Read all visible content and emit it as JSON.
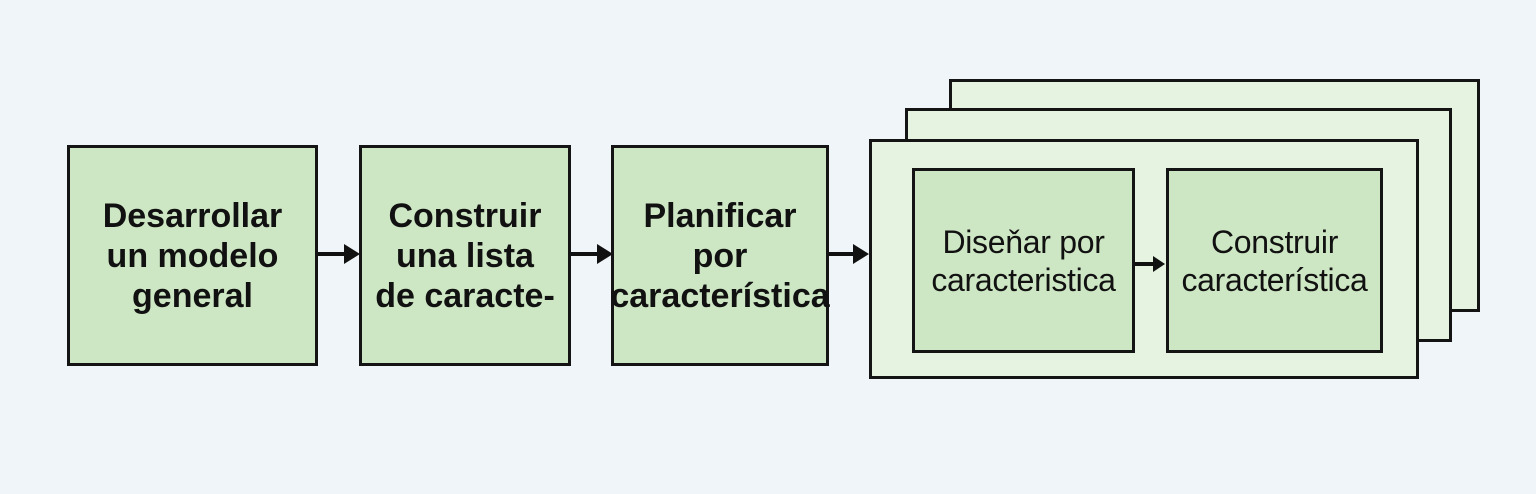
{
  "colors": {
    "background": "#eff5f8",
    "box_fill": "#cde6c3",
    "frame_fill": "#e6f3e0",
    "border": "#141414"
  },
  "steps": [
    {
      "label": "Desarrollar\nun modelo\ngeneral"
    },
    {
      "label": "Construir\nuna lista\nde caracte-"
    },
    {
      "label": "Planificar\npor\ncaracterística"
    }
  ],
  "iteration": {
    "steps": [
      {
        "label": "Diseňar por\ncaracteristica"
      },
      {
        "label": "Construir\ncaracterística"
      }
    ]
  }
}
